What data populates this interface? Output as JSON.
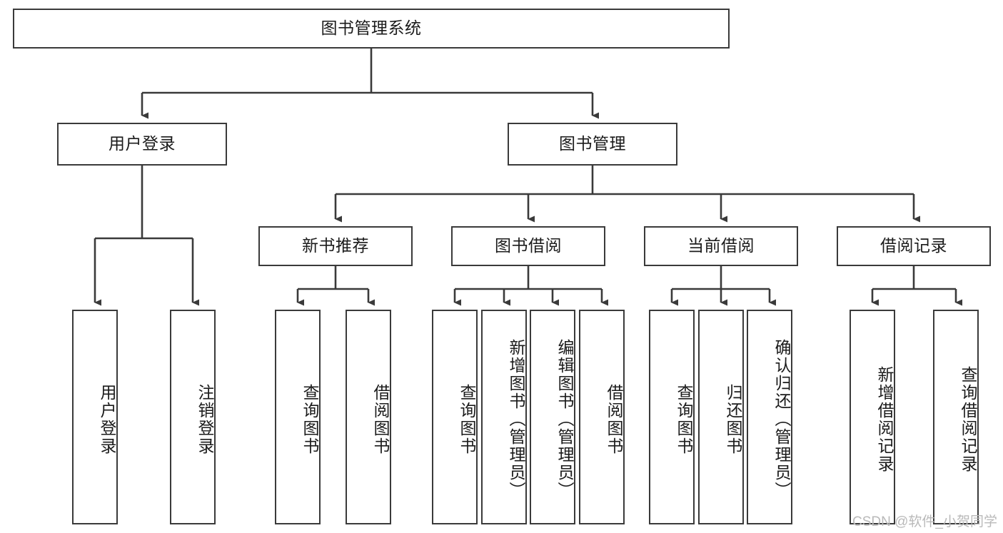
{
  "diagram": {
    "type": "tree-hierarchy-chart",
    "title": "图书管理系统",
    "colors": {
      "box_border": "#3a3a3a",
      "box_fill": "#ffffff",
      "line": "#3a3a3a",
      "text": "#1b1b1b",
      "watermark": "#b9b9b9",
      "background": "#ffffff"
    },
    "levels": {
      "root": {
        "label": "图书管理系统"
      },
      "level2": [
        {
          "id": "user-login",
          "label": "用户登录"
        },
        {
          "id": "book-management",
          "label": "图书管理"
        }
      ],
      "level3": [
        {
          "id": "new-book-recommend",
          "label": "新书推荐",
          "parent": "book-management"
        },
        {
          "id": "book-borrow",
          "label": "图书借阅",
          "parent": "book-management"
        },
        {
          "id": "current-borrow",
          "label": "当前借阅",
          "parent": "book-management"
        },
        {
          "id": "borrow-record",
          "label": "借阅记录",
          "parent": "book-management"
        }
      ],
      "leaves": [
        {
          "id": "leaf-user-login",
          "label": "用户登录",
          "parent": "user-login"
        },
        {
          "id": "leaf-logout-login",
          "label": "注销登录",
          "parent": "user-login"
        },
        {
          "id": "leaf-query-book-1",
          "label": "查询图书",
          "parent": "new-book-recommend"
        },
        {
          "id": "leaf-borrow-book-1",
          "label": "借阅图书",
          "parent": "new-book-recommend"
        },
        {
          "id": "leaf-query-book-2",
          "label": "查询图书",
          "parent": "book-borrow"
        },
        {
          "id": "leaf-add-book",
          "label": "新增图书（管理员）",
          "parent": "book-borrow"
        },
        {
          "id": "leaf-edit-book",
          "label": "编辑图书（管理员）",
          "parent": "book-borrow"
        },
        {
          "id": "leaf-borrow-book-2",
          "label": "借阅图书",
          "parent": "book-borrow"
        },
        {
          "id": "leaf-query-book-3",
          "label": "查询图书",
          "parent": "current-borrow"
        },
        {
          "id": "leaf-return-book",
          "label": "归还图书",
          "parent": "current-borrow"
        },
        {
          "id": "leaf-confirm-return",
          "label": "确认归还（管理员）",
          "parent": "current-borrow"
        },
        {
          "id": "leaf-add-record",
          "label": "新增借阅记录",
          "parent": "borrow-record"
        },
        {
          "id": "leaf-query-record",
          "label": "查询借阅记录",
          "parent": "borrow-record"
        }
      ]
    }
  },
  "watermark": {
    "text": "CSDN @软件_小贺同学"
  }
}
